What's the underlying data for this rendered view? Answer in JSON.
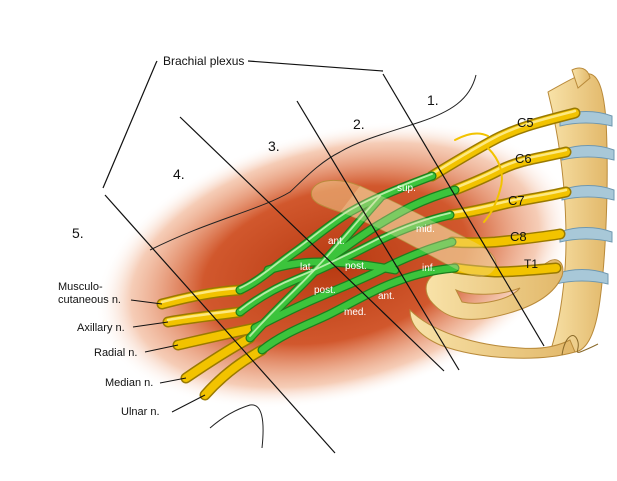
{
  "diagram": {
    "bracket_title": "Brachial plexus",
    "sections": [
      "1.",
      "2.",
      "3.",
      "4.",
      "5."
    ],
    "roots": [
      "C5",
      "C6",
      "C7",
      "C8",
      "T1"
    ],
    "trunk_labels": {
      "superior": "sup.",
      "middle": "mid.",
      "inferior": "inf."
    },
    "division_labels": {
      "anterior_upper": "ant.",
      "posterior_upper": "post.",
      "posterior_lower": "post.",
      "anterior_lower": "ant."
    },
    "cord_labels": {
      "lateral": "lat.",
      "medial": "med."
    },
    "nerves": {
      "musculo_line1": "Musculo-",
      "musculo_line2": "cutaneous n.",
      "axillary": "Axillary n.",
      "radial": "Radial n.",
      "median": "Median n.",
      "ulnar": "Ulnar n."
    },
    "colors": {
      "nerve_root": "#f2c300",
      "plexus_green": "#3cc43c",
      "background_glow": "#c8401a",
      "bone": "#f3d393"
    }
  }
}
